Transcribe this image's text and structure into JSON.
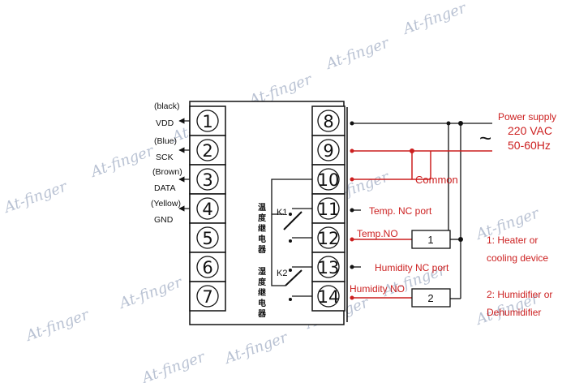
{
  "watermark": "At-finger",
  "left_terminals": [
    {
      "num": "1",
      "color": "(black)",
      "signal": "VDD"
    },
    {
      "num": "2",
      "color": "(Blue)",
      "signal": "SCK"
    },
    {
      "num": "3",
      "color": "(Brown)",
      "signal": "DATA"
    },
    {
      "num": "4",
      "color": "(Yellow)",
      "signal": "GND"
    },
    {
      "num": "5"
    },
    {
      "num": "6"
    },
    {
      "num": "7"
    }
  ],
  "right_terminals": [
    "8",
    "9",
    "10",
    "11",
    "12",
    "13",
    "14"
  ],
  "relay1": {
    "name": "K1",
    "chars": [
      "温",
      "度",
      "继",
      "电",
      "器"
    ]
  },
  "relay2": {
    "name": "K2",
    "chars": [
      "湿",
      "度",
      "继",
      "电",
      "器"
    ]
  },
  "power": {
    "title": "Power supply",
    "voltage": "220 VAC",
    "freq": "50-60Hz",
    "symbol": "~"
  },
  "ports": {
    "common": "Common",
    "temp_nc": "Temp. NC port",
    "temp_no": "Temp.NO",
    "hum_nc": "Humidity NC port",
    "hum_no": "Humidity NO"
  },
  "loads": {
    "load1": "1",
    "load2": "2"
  },
  "legend": {
    "item1_line1": "1: Heater or",
    "item1_line2": "cooling device",
    "item2_line1": "2: Humidifier or",
    "item2_line2": "Dehumidifier"
  },
  "colors": {
    "red_wire": "#cc1f1f",
    "black_wire": "#111111",
    "watermark": "#b9c2d3"
  }
}
